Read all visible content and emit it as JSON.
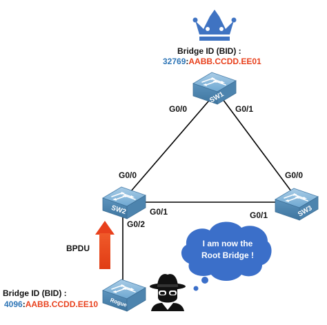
{
  "root_bridge": {
    "bid_title": "Bridge ID (BID) :",
    "priority": "32769",
    "separator": ":",
    "mac": "AABB.CCDD.EE01"
  },
  "rogue_bridge": {
    "bid_title": "Bridge ID (BID) :",
    "priority": "4096",
    "separator": ":",
    "mac": "AABB.CCDD.EE10"
  },
  "switches": {
    "sw1": "SW1",
    "sw2": "SW2",
    "sw3": "SW3",
    "rogue": "Rogue"
  },
  "ports": {
    "sw1_left": "G0/0",
    "sw1_right": "G0/1",
    "sw2_top": "G0/0",
    "sw2_right": "G0/1",
    "sw2_bottom": "G0/2",
    "sw3_top": "G0/0",
    "sw3_left": "G0/1"
  },
  "bpdu_label": "BPDU",
  "speech_bubble": {
    "line1": "I am now the",
    "line2": "Root Bridge !"
  },
  "icons": {
    "crown": "crown-icon",
    "hacker": "hacker-icon",
    "arrow": "up-arrow-icon"
  },
  "colors": {
    "switch_top": "#6ba3c9",
    "switch_side": "#4a86b0",
    "crown": "#3f73c2",
    "bubble": "#3b6fc9",
    "arrow": "#e8401c",
    "priority": "#2e75b6",
    "mac": "#e8401c"
  }
}
